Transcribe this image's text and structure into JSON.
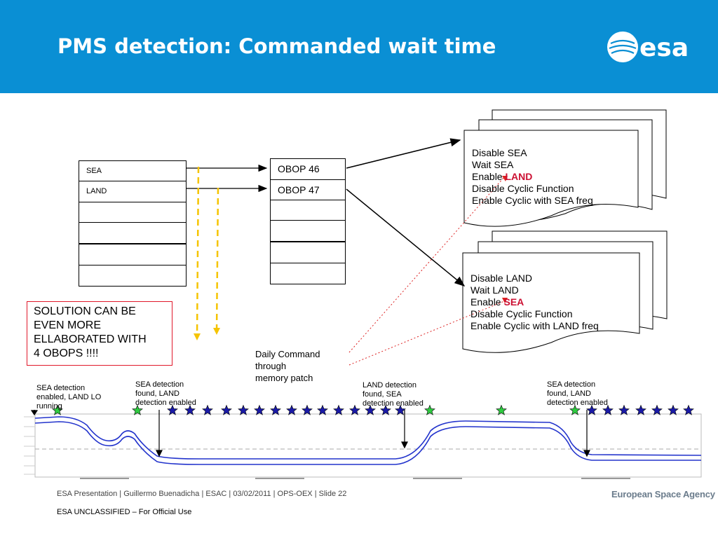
{
  "slide": {
    "title": "PMS detection: Commanded wait time",
    "logo_text": "esa"
  },
  "left_table": {
    "rows": [
      "SEA",
      "LAND",
      "",
      "",
      "",
      ""
    ]
  },
  "obop_table": {
    "rows": [
      "OBOP 46",
      "OBOP 47",
      "",
      "",
      "",
      ""
    ]
  },
  "doc_sea": {
    "line1": "Disable SEA",
    "line2": "Wait SEA",
    "enable_prefix": "Enable ",
    "enable_target": "LAND",
    "line4": "Disable Cyclic Function",
    "line5": "Enable Cyclic with SEA freq"
  },
  "doc_land": {
    "line1": "Disable LAND",
    "line2": "Wait LAND",
    "enable_prefix": "Enable ",
    "enable_target": "SEA",
    "line4": "Disable Cyclic Function",
    "line5": "Enable Cyclic with LAND freq"
  },
  "solution": {
    "text_lines": [
      "SOLUTION CAN BE",
      "EVEN MORE",
      "ELLABORATED WITH",
      "4 OBOPS !!!!"
    ]
  },
  "daily_command": {
    "lines": [
      "Daily Command",
      "through",
      "memory patch"
    ]
  },
  "annotations": [
    {
      "lines": [
        "SEA detection",
        "enabled, LAND LO",
        "running"
      ]
    },
    {
      "lines": [
        "SEA detection",
        "found, LAND",
        "detection enabled"
      ]
    },
    {
      "lines": [
        "LAND detection",
        "found, SEA",
        "detection enabled"
      ]
    },
    {
      "lines": [
        "SEA detection",
        "found, LAND",
        "detection enabled"
      ]
    }
  ],
  "plot": {
    "trace_color": "#2233cc",
    "star_blue": "#1a1aa8",
    "star_green": "#2ecc40"
  },
  "footer": {
    "info": "ESA Presentation | Guillermo Buenadicha | ESAC | 03/02/2011 | OPS-OEX | Slide 22",
    "classification": "ESA UNCLASSIFIED – For Official Use",
    "agency": "European Space Agency"
  },
  "colors": {
    "header_blue": "#0a8fd4",
    "accent_red": "#cc1133",
    "dash_yellow": "#f5c400"
  }
}
